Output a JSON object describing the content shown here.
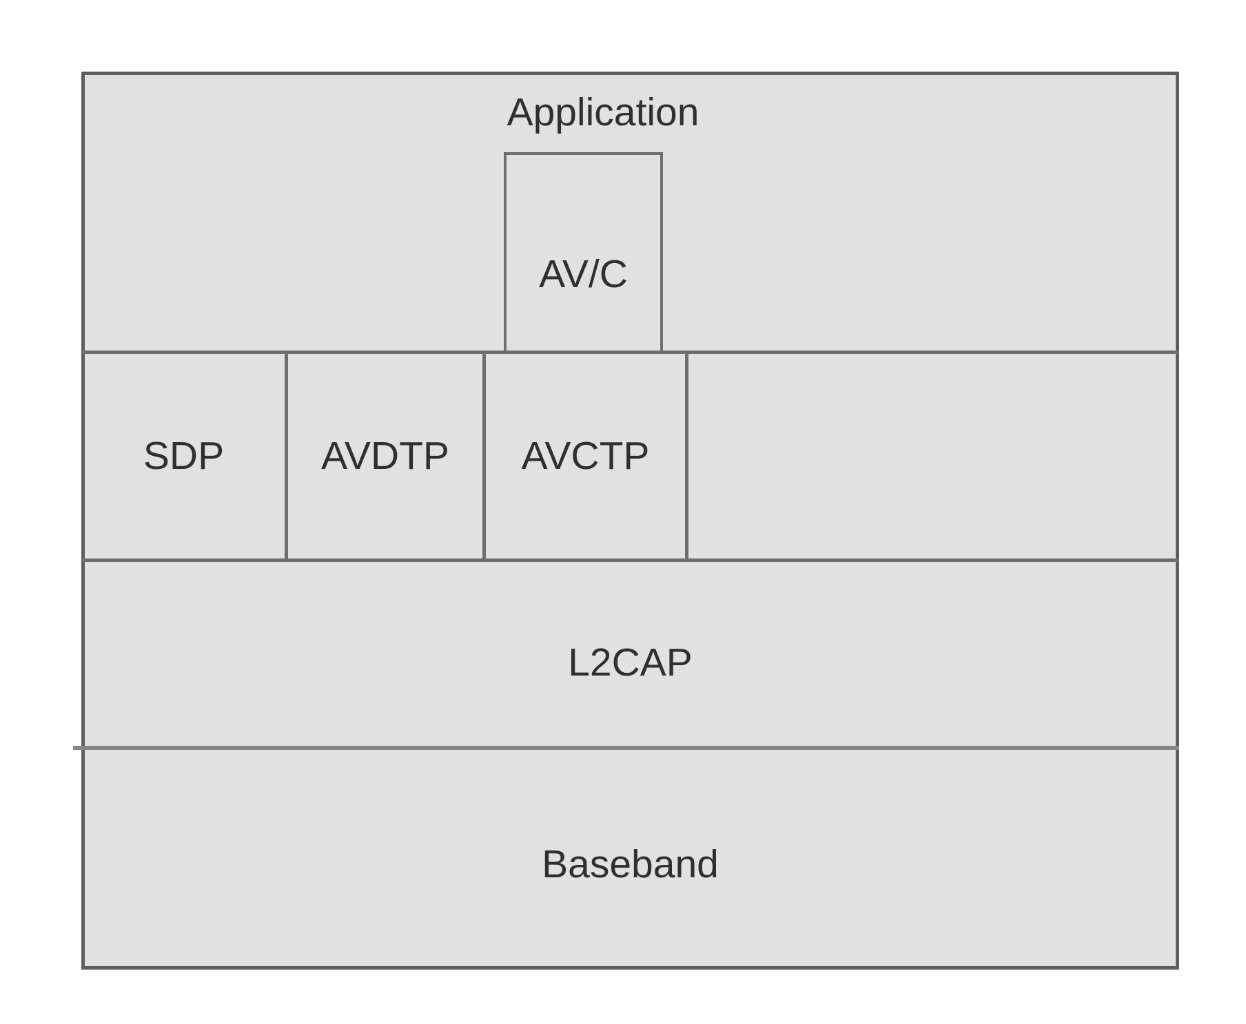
{
  "diagram": {
    "kind": "protocol-stack",
    "layers": {
      "application": "Application",
      "avc": "AV/C",
      "middle_row": [
        "SDP",
        "AVDTP",
        "AVCTP"
      ],
      "l2cap": "L2CAP",
      "baseband": "Baseband"
    },
    "colors": {
      "background": "#ffffff",
      "box_fill": "#e1e1e1",
      "border_outer": "#5e5e5e",
      "border_inner": "#6e6e6e",
      "divider_light": "#868686",
      "text": "#2f2f2f"
    }
  }
}
